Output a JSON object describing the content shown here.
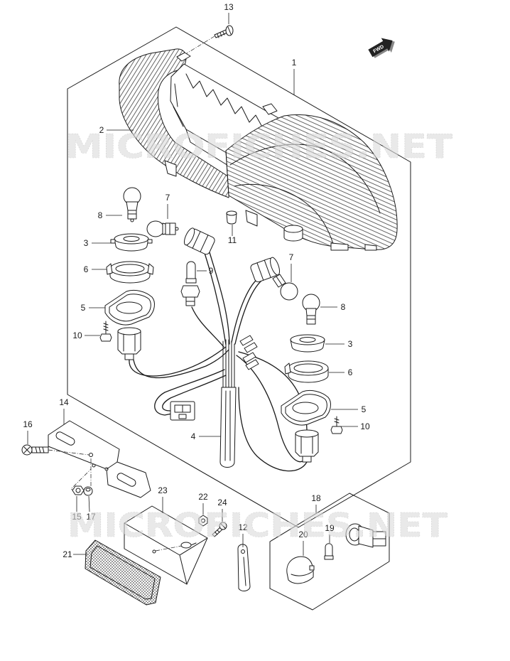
{
  "diagram": {
    "fwd_label": "FWD",
    "watermark": "MICROFICHES.NET",
    "callouts": {
      "p13": "13",
      "p1": "1",
      "p2": "2",
      "p8_left": "8",
      "p7_left": "7",
      "p3_left": "3",
      "p6_left": "6",
      "p5_left": "5",
      "p10_left": "10",
      "p9": "9",
      "p11": "11",
      "p7_right": "7",
      "p8_right": "8",
      "p3_right": "3",
      "p6_right": "6",
      "p5_right": "5",
      "p10_right": "10",
      "p4": "4",
      "p14": "14",
      "p16": "16",
      "p15": "15",
      "p17": "17",
      "p23": "23",
      "p22": "22",
      "p24": "24",
      "p12": "12",
      "p18": "18",
      "p20": "20",
      "p19": "19",
      "p21": "21"
    }
  },
  "colors": {
    "line": "#1a1a1a",
    "watermark": "#dcdcdc"
  }
}
